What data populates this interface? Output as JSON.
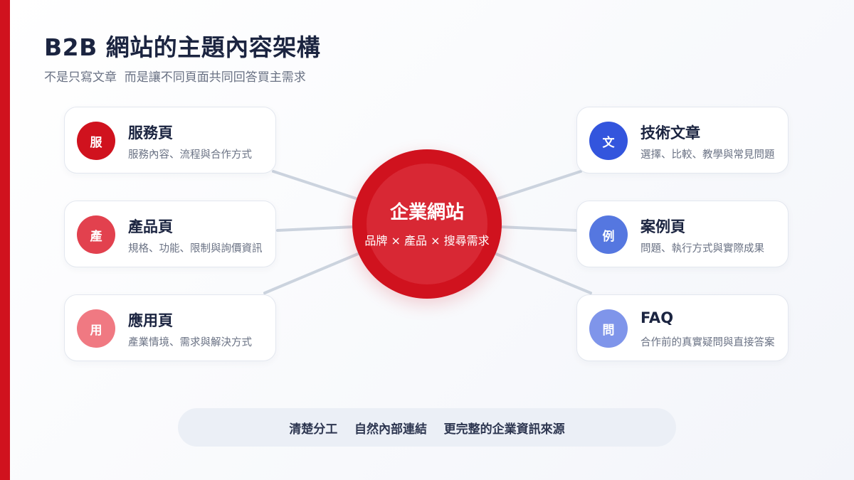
{
  "title": "B2B 網站的主題內容架構",
  "subtitle": "不是只寫文章  而是讓不同頁面共同回答買主需求",
  "hub": {
    "title": "企業網站",
    "subtitle": "品牌 × 產品 × 搜尋需求",
    "color": "#d0121e"
  },
  "nodes": [
    {
      "badge": "服",
      "title": "服務頁",
      "desc": "服務內容、流程與合作方式",
      "color": "#d0121e"
    },
    {
      "badge": "產",
      "title": "產品頁",
      "desc": "規格、功能、限制與詢價資訊",
      "color": "#e2414e"
    },
    {
      "badge": "用",
      "title": "應用頁",
      "desc": "產業情境、需求與解決方式",
      "color": "#f07982"
    },
    {
      "badge": "文",
      "title": "技術文章",
      "desc": "選擇、比較、教學與常見問題",
      "color": "#3355dd"
    },
    {
      "badge": "例",
      "title": "案例頁",
      "desc": "問題、執行方式與實際成果",
      "color": "#5577e0"
    },
    {
      "badge": "問",
      "title": "FAQ",
      "desc": "合作前的真實疑問與直接答案",
      "color": "#7f95ea"
    }
  ],
  "footer": "清楚分工    自然內部連結    更完整的企業資訊來源"
}
